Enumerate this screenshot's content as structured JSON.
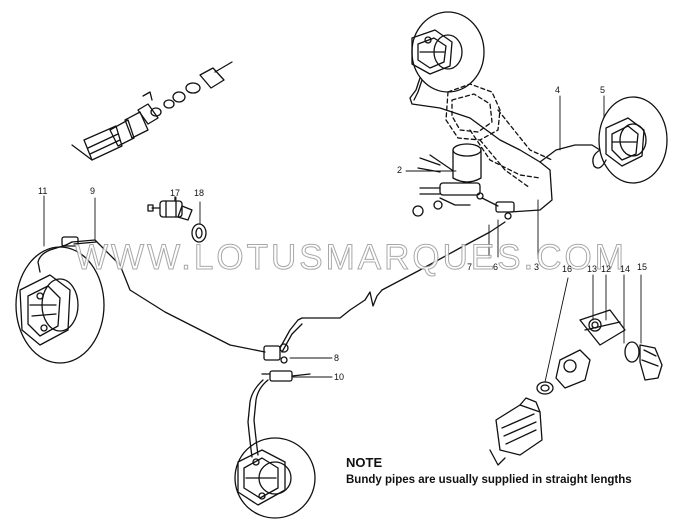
{
  "watermark": "WWW.LOTUSMARQUES.COM",
  "callouts": {
    "c11": "11",
    "c9": "9",
    "c17": "17",
    "c18": "18",
    "c2": "2",
    "c4": "4",
    "c5": "5",
    "c7": "7",
    "c6": "6",
    "c3": "3",
    "c16": "16",
    "c13": "13",
    "c12": "12",
    "c14": "14",
    "c15": "15",
    "c8": "8",
    "c10": "10"
  },
  "note": {
    "title": "NOTE",
    "text": "Bundy pipes are usually supplied in straight lengths"
  }
}
